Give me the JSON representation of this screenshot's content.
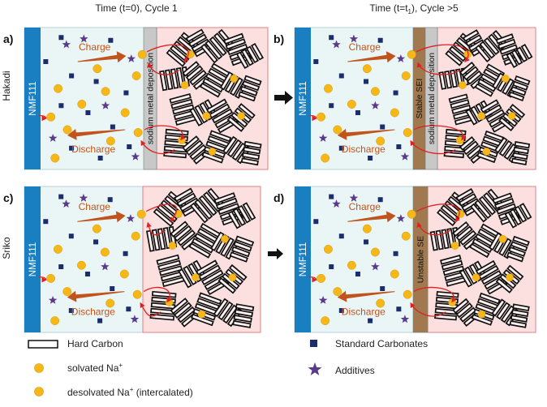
{
  "headers": {
    "left": "Time (t=0), Cycle 1",
    "right_prefix": "Time (t=t",
    "right_sub": "1",
    "right_suffix": "), Cycle >5"
  },
  "rows": [
    {
      "label": "Hakadi"
    },
    {
      "label": "Sriko"
    }
  ],
  "panels": [
    {
      "id": "a",
      "label": "a)",
      "cathode": "NMF111",
      "charge": "Charge",
      "discharge": "Discharge",
      "layers": [
        {
          "text": "sodium metal deposition",
          "color": "#c8c8c8"
        }
      ]
    },
    {
      "id": "b",
      "label": "b)",
      "cathode": "NMF111",
      "charge": "Charge",
      "discharge": "Discharge",
      "layers": [
        {
          "text": "Stable SEI",
          "color": "#a07a4e"
        },
        {
          "text": "sodium metal deposition",
          "color": "#c8c8c8"
        }
      ]
    },
    {
      "id": "c",
      "label": "c)",
      "cathode": "NMF111",
      "charge": "Charge",
      "discharge": "Discharge",
      "layers": []
    },
    {
      "id": "d",
      "label": "d)",
      "cathode": "NMF111",
      "charge": "Charge",
      "discharge": "Discharge",
      "layers": [
        {
          "text": "Unstable SE",
          "color": "#a07a4e"
        }
      ]
    }
  ],
  "legend": {
    "hard_carbon": "Hard Carbon",
    "solvated": "solvated Na",
    "desolvated_pre": "desolvated Na",
    "desolvated_post": " (intercalated)",
    "superscript": "+",
    "carbonates": "Standard Carbonates",
    "additives": "Additives"
  },
  "colors": {
    "cathode": "#1a7fc0",
    "electrolyte": "#eaf6f6",
    "anode": "#fbe0df",
    "anode_border": "#e08080",
    "ion": "#f6b718",
    "carbonate": "#1b2d6b",
    "additive": "#5a3a8a",
    "flow_arrow": "#c0541c",
    "ion_path": "#e02020",
    "transition_arrow": "#111111"
  }
}
